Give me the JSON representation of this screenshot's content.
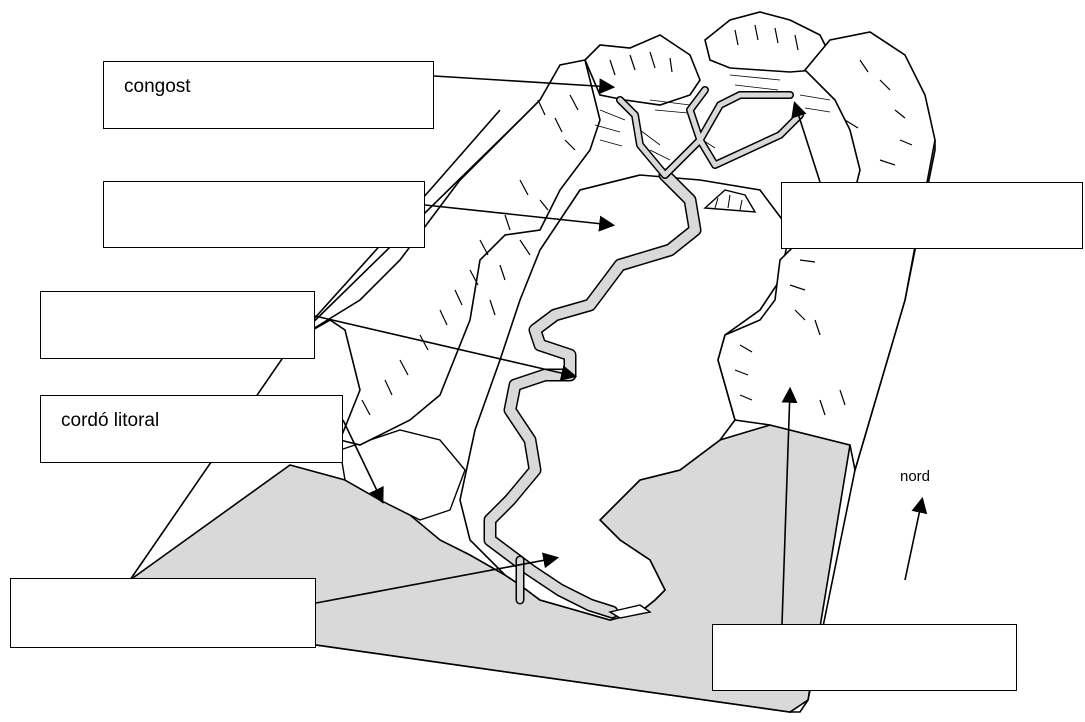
{
  "labels": {
    "congost": "congost",
    "plana_al_luvial": "",
    "meandre": "",
    "cordo_litoral": "cordó litoral",
    "delta": "",
    "afluent": "",
    "vessant": ""
  },
  "compass": {
    "label": "nord"
  },
  "colors": {
    "line": "#000000",
    "sea_fill": "#d9d9d9",
    "river_fill": "#d9d9d9",
    "land_fill": "#ffffff"
  }
}
